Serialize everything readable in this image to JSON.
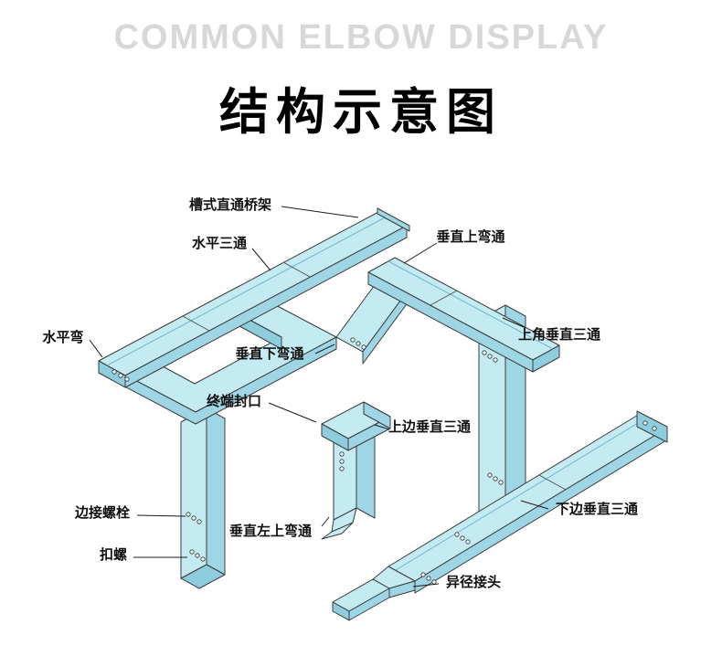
{
  "header": {
    "subtitle": "COMMON ELBOW DISPLAY",
    "title": "结构示意图"
  },
  "diagram": {
    "labels": [
      {
        "id": "straight-tray",
        "text": "槽式直通桥架"
      },
      {
        "id": "horizontal-tee",
        "text": "水平三通"
      },
      {
        "id": "vertical-up-bend",
        "text": "垂直上弯通"
      },
      {
        "id": "horizontal-bend",
        "text": "水平弯"
      },
      {
        "id": "vertical-down-bend",
        "text": "垂直下弯通"
      },
      {
        "id": "top-corner-vert-tee",
        "text": "上角垂直三通"
      },
      {
        "id": "end-cap",
        "text": "终端封口"
      },
      {
        "id": "upper-vert-tee",
        "text": "上边垂直三通"
      },
      {
        "id": "lower-vert-tee",
        "text": "下边垂直三通"
      },
      {
        "id": "side-bolt",
        "text": "边接螺栓"
      },
      {
        "id": "buckle-screw",
        "text": "扣螺"
      },
      {
        "id": "vert-left-up-bend",
        "text": "垂直左上弯通"
      },
      {
        "id": "reducer-joint",
        "text": "异径接头"
      }
    ],
    "colors": {
      "tray_top": "#c4eaf2",
      "tray_side": "#9fd6e5",
      "outline": "#3c3c3c",
      "subtitle_gray": "#d8d8d8",
      "title_black": "#000000"
    }
  }
}
